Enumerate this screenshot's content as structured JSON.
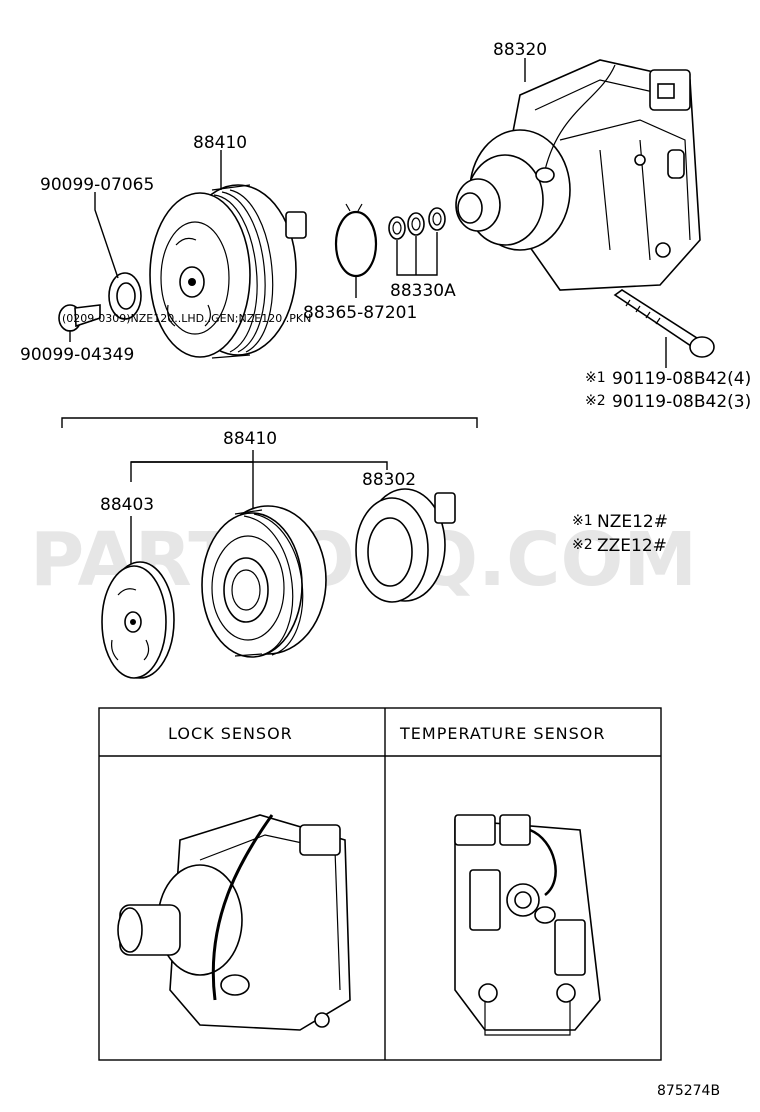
{
  "watermark": "PARTSOUQ.COM",
  "callouts": {
    "compressor": "88320",
    "pulley_top": "88410",
    "washer": "90099-07065",
    "bolt_small": "90099-04349",
    "snap_ring": "88365-87201",
    "shims": "88330A",
    "bolt_long_1": "90119-08B42(4)",
    "bolt_long_2": "90119-08B42(3)",
    "pulley_group": "88410",
    "hub_plate": "88403",
    "stator": "88302"
  },
  "variant_note": "(0209-0309)NZE120..LHD..GEN;NZE120..PKN",
  "legend": {
    "mark_1": "※1",
    "mark_2": "※2",
    "item_1": "NZE12#",
    "item_2": "ZZE12#"
  },
  "sensor_boxes": {
    "lock": "LOCK SENSOR",
    "temperature": "TEMPERATURE SENSOR"
  },
  "figure_number": "875274B"
}
